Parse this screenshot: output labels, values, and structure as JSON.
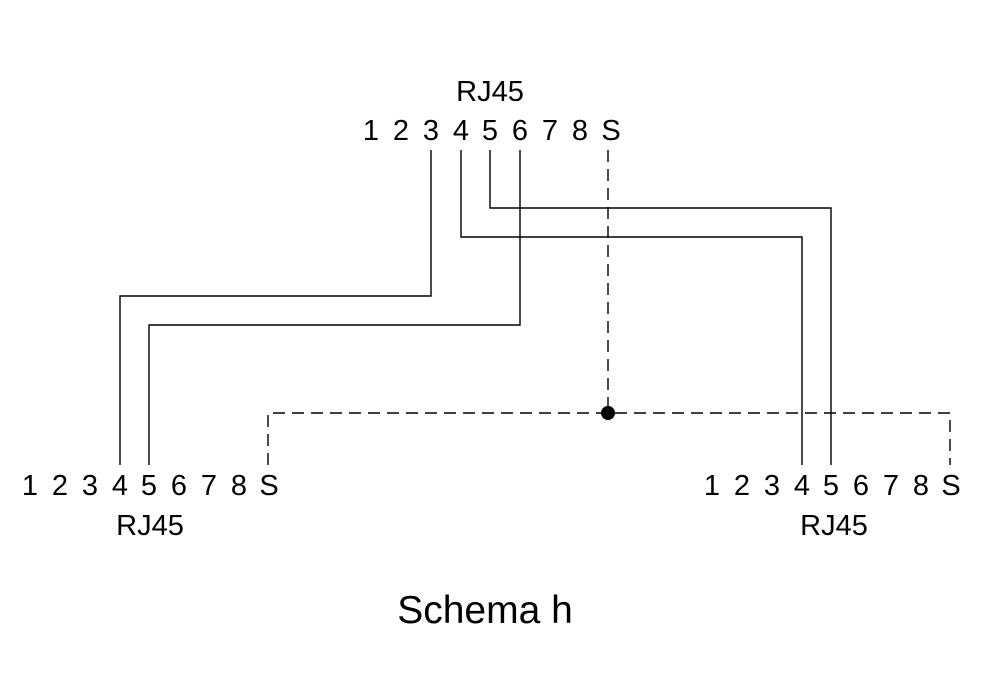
{
  "connectors": {
    "top": {
      "label": "RJ45",
      "pins": [
        "1",
        "2",
        "3",
        "4",
        "5",
        "6",
        "7",
        "8",
        "S"
      ]
    },
    "bottom_left": {
      "label": "RJ45",
      "pins": [
        "1",
        "2",
        "3",
        "4",
        "5",
        "6",
        "7",
        "8",
        "S"
      ]
    },
    "bottom_right": {
      "label": "RJ45",
      "pins": [
        "1",
        "2",
        "3",
        "4",
        "5",
        "6",
        "7",
        "8",
        "S"
      ]
    }
  },
  "wiring": [
    {
      "from": "top.3",
      "to": "bottom_left.4"
    },
    {
      "from": "top.6",
      "to": "bottom_left.5"
    },
    {
      "from": "top.4",
      "to": "bottom_right.4"
    },
    {
      "from": "top.5",
      "to": "bottom_right.5"
    },
    {
      "from": "top.S",
      "to": [
        "bottom_left.S",
        "bottom_right.S"
      ],
      "style": "dashed"
    }
  ],
  "caption": "Schema h"
}
